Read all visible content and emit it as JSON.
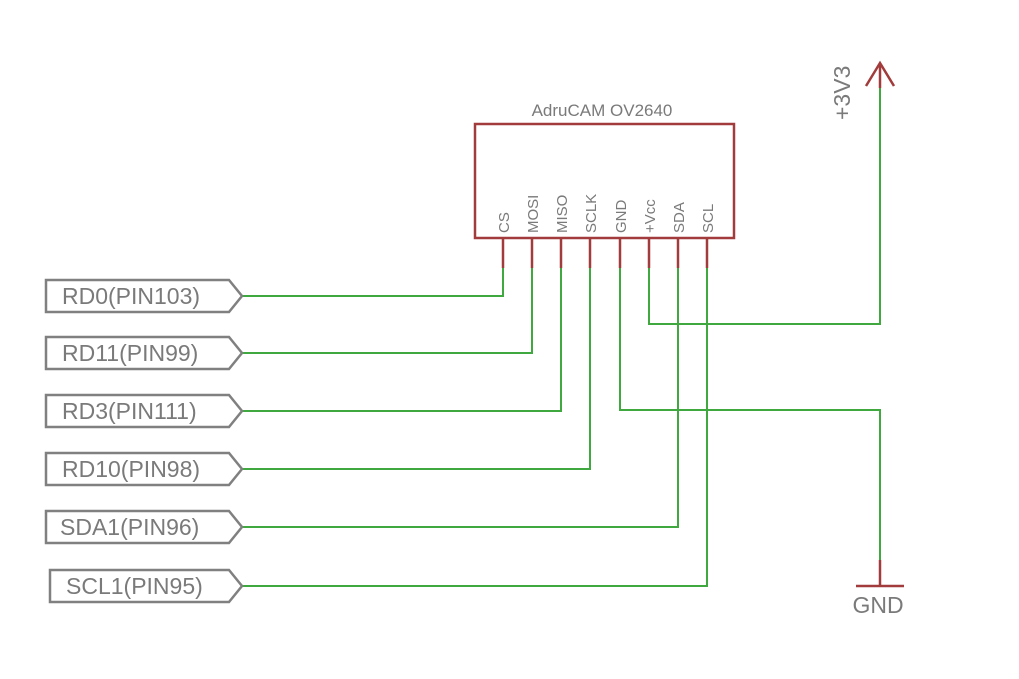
{
  "component": {
    "title": "AdruCAM OV2640",
    "pins": [
      "CS",
      "MOSI",
      "MISO",
      "SCLK",
      "GND",
      "+Vcc",
      "SDA",
      "SCL"
    ]
  },
  "net_labels": [
    "RD0(PIN103)",
    "RD11(PIN99)",
    "RD3(PIN111)",
    "RD10(PIN98)",
    "SDA1(PIN96)",
    "SCL1(PIN95)"
  ],
  "power": {
    "supply": "+3V3",
    "ground": "GND"
  },
  "colors": {
    "wire": "#3fa83f",
    "part": "#a23b3b",
    "label": "#808080"
  }
}
